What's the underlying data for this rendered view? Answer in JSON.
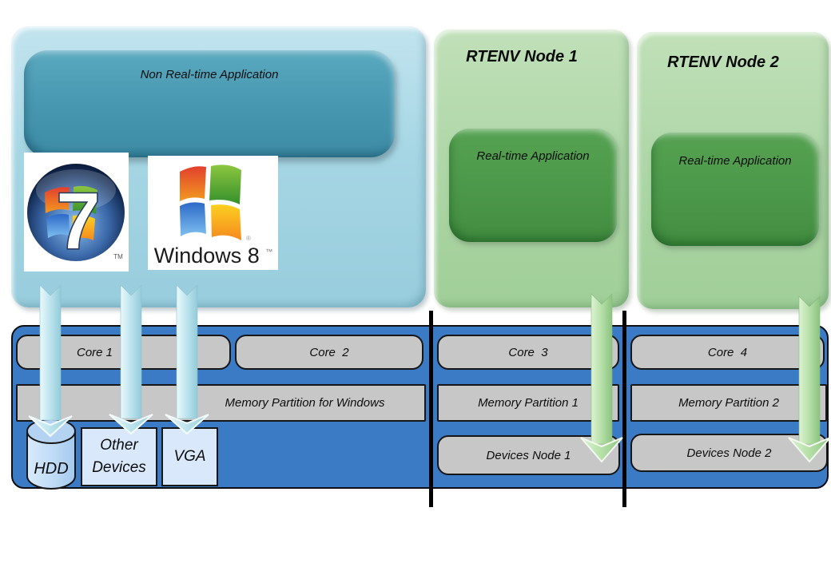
{
  "diagram": {
    "non_rt_app_label": "Non Real-time Application",
    "windows7": {
      "numeral": "7",
      "tm": "TM"
    },
    "windows8": {
      "name": "Windows 8",
      "tm": "™",
      "reg": "®"
    },
    "rtenv_nodes": [
      {
        "title": "RTENV Node 1",
        "app_label": "Real-time Application"
      },
      {
        "title": "RTENV Node 2",
        "app_label": "Real-time Application"
      }
    ],
    "hardware": {
      "cores": [
        {
          "label": "Core 1"
        },
        {
          "label": "Core  2"
        },
        {
          "label": "Core  3"
        },
        {
          "label": "Core  4"
        }
      ],
      "memory_partitions": [
        {
          "label": "Memory Partition for Windows"
        },
        {
          "label": "Memory Partition 1"
        },
        {
          "label": "Memory Partition 2"
        }
      ],
      "device_nodes": [
        {
          "label": "Devices Node 1"
        },
        {
          "label": "Devices Node 2"
        }
      ],
      "hdd_label": "HDD",
      "other_devices_line1": "Other",
      "other_devices_line2": "Devices",
      "vga_label": "VGA"
    },
    "colors": {
      "light_blue_box": "#A6D6E4",
      "teal_box": "#4796B0",
      "node_green": "#AFD7A8",
      "app_green": "#4C984A",
      "hardware_blue": "#3B7BC6",
      "core_gray": "#C7C7C7",
      "device_light_blue": "#D9E9FB",
      "arrow_blue": "#B9E1EA",
      "arrow_green": "#AEDCA2"
    }
  }
}
